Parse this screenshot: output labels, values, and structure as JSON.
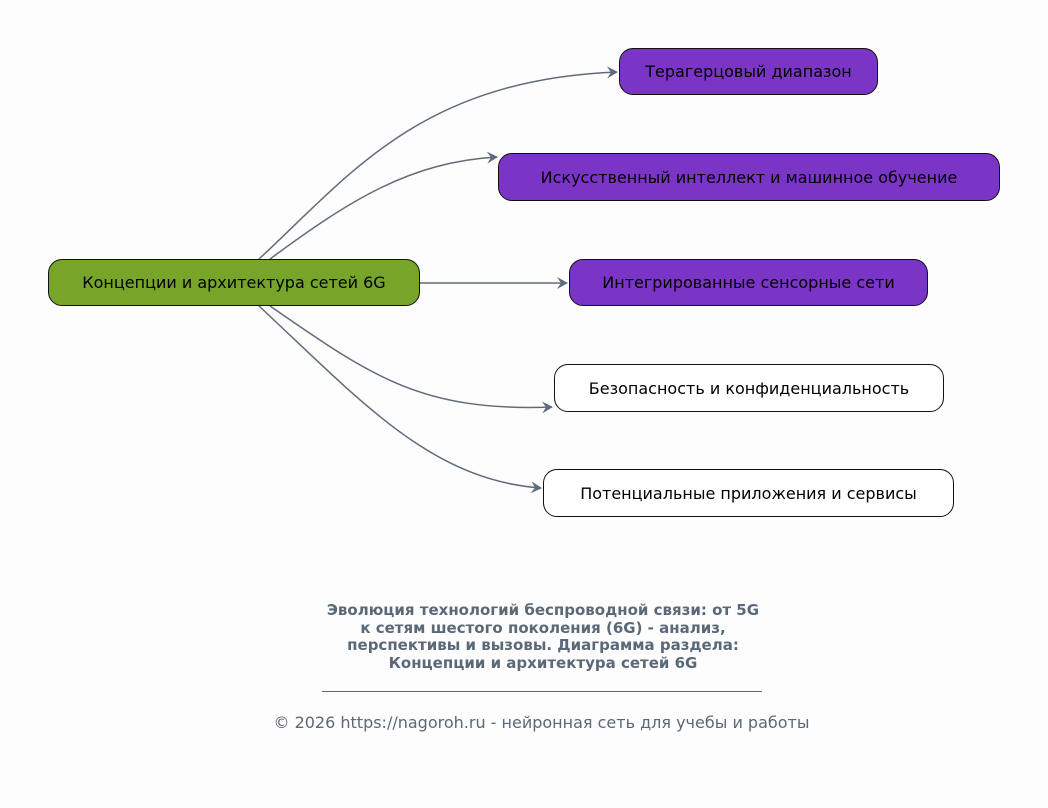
{
  "root": {
    "label": "Концепции и архитектура сетей 6G"
  },
  "children": [
    {
      "label": "Терагерцовый диапазон",
      "style": "highlighted"
    },
    {
      "label": "Искусственный интеллект и машинное обучение",
      "style": "highlighted"
    },
    {
      "label": "Интегрированные сенсорные сети",
      "style": "highlighted"
    },
    {
      "label": "Безопасность и конфиденциальность",
      "style": "normal"
    },
    {
      "label": "Потенциальные приложения и сервисы",
      "style": "normal"
    }
  ],
  "caption": {
    "lines": [
      "Эволюция технологий беспроводной связи: от 5G",
      "к сетям шестого поколения (6G) - анализ,",
      "перспективы и вызовы. Диаграмма раздела:",
      "Концепции и архитектура сетей 6G"
    ],
    "footer": "© 2026 https://nagoroh.ru - нейронная сеть для учебы и работы"
  },
  "colors": {
    "root": "#76a52a",
    "highlighted": "#7b35c6",
    "normal": "#ffffff",
    "edge": "#5f6b7a",
    "caption": "#5a6878"
  }
}
